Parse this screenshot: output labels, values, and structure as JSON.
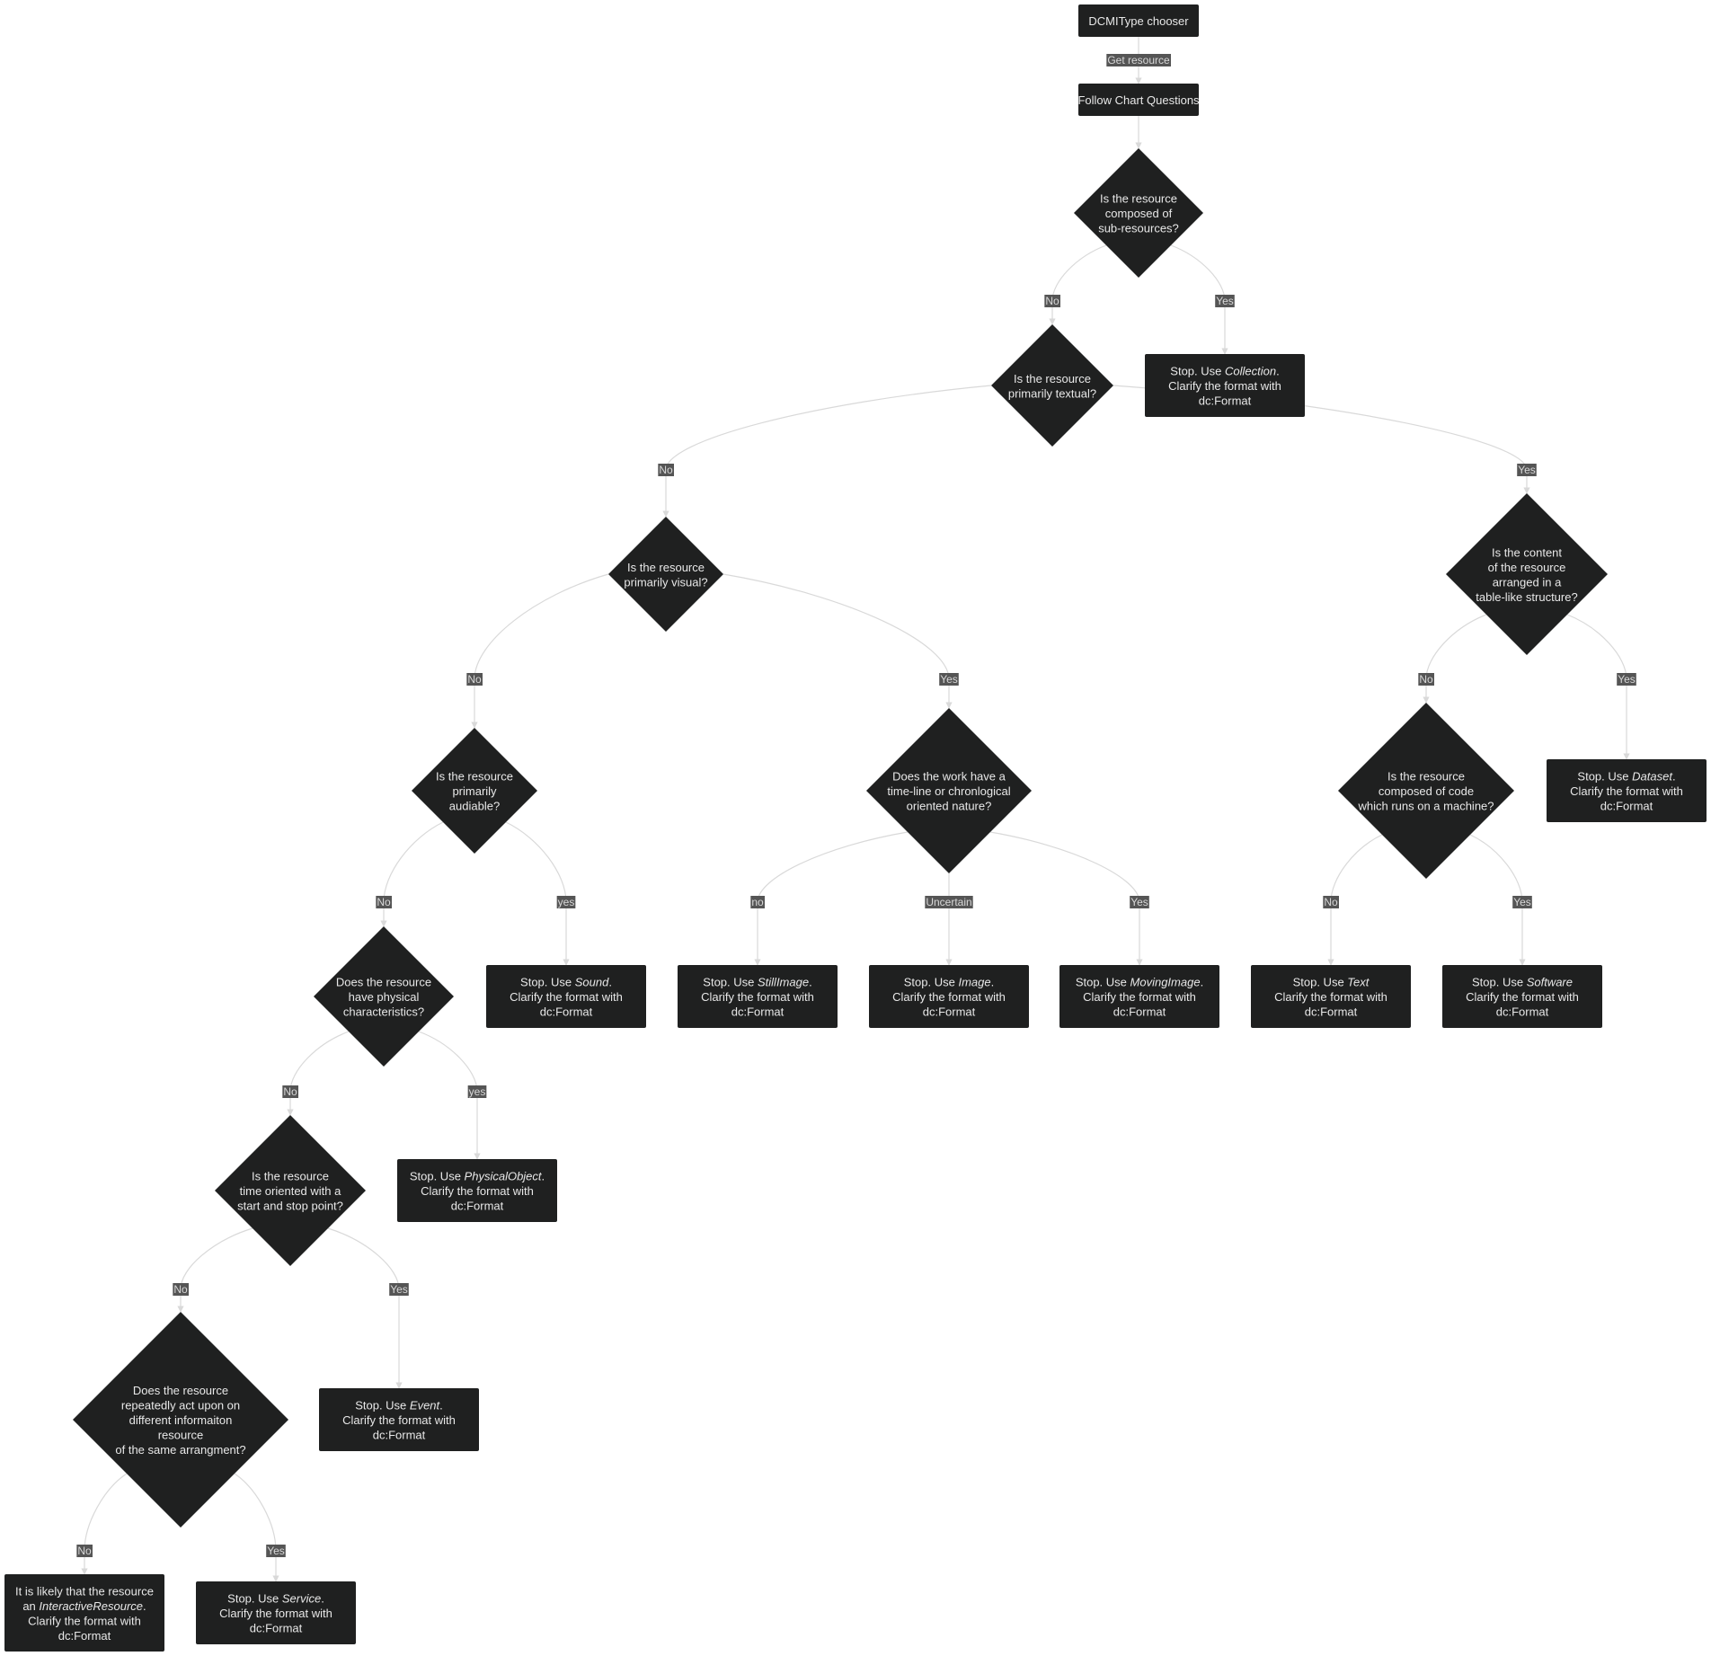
{
  "colors": {
    "node_fill": "#1f2020",
    "node_text": "#e8e8e8",
    "edge_stroke": "#d9d9d9",
    "edge_label_bg": "#555555",
    "edge_label_text": "#d8d8d8",
    "background": "#ffffff"
  },
  "nodes": [
    {
      "id": "start",
      "shape": "rect",
      "lines": [
        [
          {
            "t": "DCMIType chooser"
          }
        ]
      ]
    },
    {
      "id": "follow",
      "shape": "rect",
      "lines": [
        [
          {
            "t": "Follow Chart Questions"
          }
        ]
      ]
    },
    {
      "id": "q_sub",
      "shape": "diamond",
      "lines": [
        [
          {
            "t": "Is the resource"
          }
        ],
        [
          {
            "t": "composed of"
          }
        ],
        [
          {
            "t": "sub-resources?"
          }
        ]
      ]
    },
    {
      "id": "r_collection",
      "shape": "rect",
      "lines": [
        [
          {
            "t": "Stop. Use "
          },
          {
            "t": "Collection",
            "i": true
          },
          {
            "t": "."
          }
        ],
        [
          {
            "t": "Clarify the format with"
          }
        ],
        [
          {
            "t": "dc:Format"
          }
        ]
      ]
    },
    {
      "id": "q_text",
      "shape": "diamond",
      "lines": [
        [
          {
            "t": "Is the resource"
          }
        ],
        [
          {
            "t": "primarily textual?"
          }
        ]
      ]
    },
    {
      "id": "q_visual",
      "shape": "diamond",
      "lines": [
        [
          {
            "t": "Is the resource"
          }
        ],
        [
          {
            "t": "primarily visual?"
          }
        ]
      ]
    },
    {
      "id": "q_table",
      "shape": "diamond",
      "lines": [
        [
          {
            "t": "Is the content"
          }
        ],
        [
          {
            "t": "of the resource"
          }
        ],
        [
          {
            "t": "arranged in a"
          }
        ],
        [
          {
            "t": "table-like structure?"
          }
        ]
      ]
    },
    {
      "id": "q_audio",
      "shape": "diamond",
      "lines": [
        [
          {
            "t": "Is the resource"
          }
        ],
        [
          {
            "t": "primarily"
          }
        ],
        [
          {
            "t": "audiable?"
          }
        ]
      ]
    },
    {
      "id": "q_timeline",
      "shape": "diamond",
      "lines": [
        [
          {
            "t": "Does the work have a"
          }
        ],
        [
          {
            "t": "time-line or chronlogical"
          }
        ],
        [
          {
            "t": "oriented nature?"
          }
        ]
      ]
    },
    {
      "id": "q_code",
      "shape": "diamond",
      "lines": [
        [
          {
            "t": "Is the resource"
          }
        ],
        [
          {
            "t": "composed of code"
          }
        ],
        [
          {
            "t": "which runs on a machine?"
          }
        ]
      ]
    },
    {
      "id": "r_dataset",
      "shape": "rect",
      "lines": [
        [
          {
            "t": "Stop. Use "
          },
          {
            "t": "Dataset",
            "i": true
          },
          {
            "t": "."
          }
        ],
        [
          {
            "t": "Clarify the format with"
          }
        ],
        [
          {
            "t": "dc:Format"
          }
        ]
      ]
    },
    {
      "id": "q_physical",
      "shape": "diamond",
      "lines": [
        [
          {
            "t": "Does the resource"
          }
        ],
        [
          {
            "t": "have physical"
          }
        ],
        [
          {
            "t": "characteristics?"
          }
        ]
      ]
    },
    {
      "id": "r_sound",
      "shape": "rect",
      "lines": [
        [
          {
            "t": "Stop. Use "
          },
          {
            "t": "Sound",
            "i": true
          },
          {
            "t": "."
          }
        ],
        [
          {
            "t": "Clarify the format with"
          }
        ],
        [
          {
            "t": "dc:Format"
          }
        ]
      ]
    },
    {
      "id": "r_stillimage",
      "shape": "rect",
      "lines": [
        [
          {
            "t": "Stop. Use "
          },
          {
            "t": "StillImage",
            "i": true
          },
          {
            "t": "."
          }
        ],
        [
          {
            "t": "Clarify the format with"
          }
        ],
        [
          {
            "t": "dc:Format"
          }
        ]
      ]
    },
    {
      "id": "r_image",
      "shape": "rect",
      "lines": [
        [
          {
            "t": "Stop. Use "
          },
          {
            "t": "Image",
            "i": true
          },
          {
            "t": "."
          }
        ],
        [
          {
            "t": "Clarify the format with"
          }
        ],
        [
          {
            "t": "dc:Format"
          }
        ]
      ]
    },
    {
      "id": "r_movingimage",
      "shape": "rect",
      "lines": [
        [
          {
            "t": "Stop. Use "
          },
          {
            "t": "MovingImage",
            "i": true
          },
          {
            "t": "."
          }
        ],
        [
          {
            "t": "Clarify the format with"
          }
        ],
        [
          {
            "t": "dc:Format"
          }
        ]
      ]
    },
    {
      "id": "r_text",
      "shape": "rect",
      "lines": [
        [
          {
            "t": "Stop. Use "
          },
          {
            "t": "Text",
            "i": true
          }
        ],
        [
          {
            "t": "Clarify the format with"
          }
        ],
        [
          {
            "t": "dc:Format"
          }
        ]
      ]
    },
    {
      "id": "r_software",
      "shape": "rect",
      "lines": [
        [
          {
            "t": "Stop. Use "
          },
          {
            "t": "Software",
            "i": true
          }
        ],
        [
          {
            "t": "Clarify the format with"
          }
        ],
        [
          {
            "t": "dc:Format"
          }
        ]
      ]
    },
    {
      "id": "q_time",
      "shape": "diamond",
      "lines": [
        [
          {
            "t": "Is the resource"
          }
        ],
        [
          {
            "t": "time oriented with a"
          }
        ],
        [
          {
            "t": "start and stop point?"
          }
        ]
      ]
    },
    {
      "id": "r_physical",
      "shape": "rect",
      "lines": [
        [
          {
            "t": "Stop. Use "
          },
          {
            "t": "PhysicalObject",
            "i": true
          },
          {
            "t": "."
          }
        ],
        [
          {
            "t": "Clarify the format with"
          }
        ],
        [
          {
            "t": "dc:Format"
          }
        ]
      ]
    },
    {
      "id": "q_repeat",
      "shape": "diamond",
      "lines": [
        [
          {
            "t": "Does the resource"
          }
        ],
        [
          {
            "t": "repeatedly act upon on"
          }
        ],
        [
          {
            "t": "different informaiton"
          }
        ],
        [
          {
            "t": "resource"
          }
        ],
        [
          {
            "t": "of the same arrangment?"
          }
        ]
      ]
    },
    {
      "id": "r_event",
      "shape": "rect",
      "lines": [
        [
          {
            "t": "Stop. Use "
          },
          {
            "t": "Event",
            "i": true
          },
          {
            "t": "."
          }
        ],
        [
          {
            "t": "Clarify the format with"
          }
        ],
        [
          {
            "t": "dc:Format"
          }
        ]
      ]
    },
    {
      "id": "r_interactive",
      "shape": "rect",
      "lines": [
        [
          {
            "t": "It is likely that the resource"
          }
        ],
        [
          {
            "t": "an "
          },
          {
            "t": "InteractiveResource",
            "i": true
          },
          {
            "t": "."
          }
        ],
        [
          {
            "t": "Clarify the format with"
          }
        ],
        [
          {
            "t": "dc:Format"
          }
        ]
      ]
    },
    {
      "id": "r_service",
      "shape": "rect",
      "lines": [
        [
          {
            "t": "Stop. Use "
          },
          {
            "t": "Service",
            "i": true
          },
          {
            "t": "."
          }
        ],
        [
          {
            "t": "Clarify the format with"
          }
        ],
        [
          {
            "t": "dc:Format"
          }
        ]
      ]
    }
  ],
  "edges": [
    {
      "from": "start",
      "to": "follow",
      "label": "Get resource"
    },
    {
      "from": "follow",
      "to": "q_sub",
      "label": ""
    },
    {
      "from": "q_sub",
      "to": "q_text",
      "label": "No"
    },
    {
      "from": "q_sub",
      "to": "r_collection",
      "label": "Yes"
    },
    {
      "from": "q_text",
      "to": "q_visual",
      "label": "No"
    },
    {
      "from": "q_text",
      "to": "q_table",
      "label": "Yes"
    },
    {
      "from": "q_visual",
      "to": "q_audio",
      "label": "No"
    },
    {
      "from": "q_visual",
      "to": "q_timeline",
      "label": "Yes"
    },
    {
      "from": "q_table",
      "to": "q_code",
      "label": "No"
    },
    {
      "from": "q_table",
      "to": "r_dataset",
      "label": "Yes"
    },
    {
      "from": "q_audio",
      "to": "q_physical",
      "label": "No"
    },
    {
      "from": "q_audio",
      "to": "r_sound",
      "label": "yes"
    },
    {
      "from": "q_timeline",
      "to": "r_stillimage",
      "label": "no"
    },
    {
      "from": "q_timeline",
      "to": "r_image",
      "label": "Uncertain"
    },
    {
      "from": "q_timeline",
      "to": "r_movingimage",
      "label": "Yes"
    },
    {
      "from": "q_code",
      "to": "r_text",
      "label": "No"
    },
    {
      "from": "q_code",
      "to": "r_software",
      "label": "Yes"
    },
    {
      "from": "q_physical",
      "to": "q_time",
      "label": "No"
    },
    {
      "from": "q_physical",
      "to": "r_physical",
      "label": "yes"
    },
    {
      "from": "q_time",
      "to": "q_repeat",
      "label": "No"
    },
    {
      "from": "q_time",
      "to": "r_event",
      "label": "Yes"
    },
    {
      "from": "q_repeat",
      "to": "r_interactive",
      "label": "No"
    },
    {
      "from": "q_repeat",
      "to": "r_service",
      "label": "Yes"
    }
  ]
}
